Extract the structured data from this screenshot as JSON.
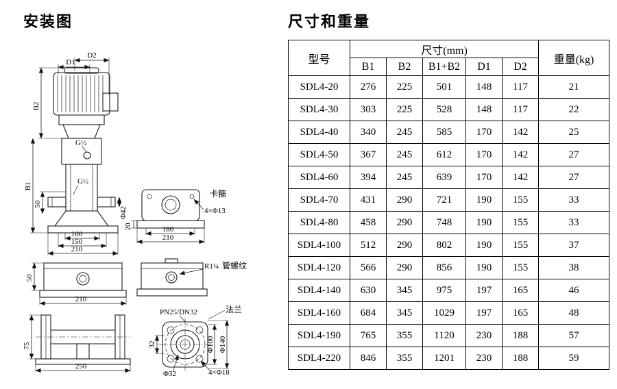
{
  "page": {
    "left_title": "安装图",
    "right_title": "尺寸和重量"
  },
  "drawing": {
    "labels": {
      "D1": "D1",
      "D2": "D2",
      "B1": "B1",
      "B2": "B2",
      "G1": "G½",
      "G2": "G½",
      "d50a": "50",
      "phi42": "Φ42",
      "d100": "100",
      "d150": "150",
      "d210a": "210",
      "d20": "20",
      "d180": "180",
      "d210b": "210",
      "holes13": "4×Φ13",
      "clamp": "卡箍",
      "d50b": "50",
      "d210c": "210",
      "r114": "R1¼",
      "pipe_thread": "管螺纹",
      "d75": "75",
      "d250": "250",
      "pn": "PN25/DN32",
      "flange": "法兰",
      "d32": "32",
      "phi32": "Φ32",
      "holes18": "4×Φ18",
      "phi100": "Φ100",
      "phi140": "Φ140"
    }
  },
  "table": {
    "header": {
      "model": "型号",
      "size": "尺寸(mm)",
      "weight": "重量(kg)",
      "cols": [
        "B1",
        "B2",
        "B1+B2",
        "D1",
        "D2"
      ]
    },
    "rows": [
      {
        "model": "SDL4-20",
        "b1": "276",
        "b2": "225",
        "b1b2": "501",
        "d1": "148",
        "d2": "117",
        "w": "21"
      },
      {
        "model": "SDL4-30",
        "b1": "303",
        "b2": "225",
        "b1b2": "528",
        "d1": "148",
        "d2": "117",
        "w": "22"
      },
      {
        "model": "SDL4-40",
        "b1": "340",
        "b2": "245",
        "b1b2": "585",
        "d1": "170",
        "d2": "142",
        "w": "25"
      },
      {
        "model": "SDL4-50",
        "b1": "367",
        "b2": "245",
        "b1b2": "612",
        "d1": "170",
        "d2": "142",
        "w": "27"
      },
      {
        "model": "SDL4-60",
        "b1": "394",
        "b2": "245",
        "b1b2": "639",
        "d1": "170",
        "d2": "142",
        "w": "27"
      },
      {
        "model": "SDL4-70",
        "b1": "431",
        "b2": "290",
        "b1b2": "721",
        "d1": "190",
        "d2": "155",
        "w": "33"
      },
      {
        "model": "SDL4-80",
        "b1": "458",
        "b2": "290",
        "b1b2": "748",
        "d1": "190",
        "d2": "155",
        "w": "33"
      },
      {
        "model": "SDL4-100",
        "b1": "512",
        "b2": "290",
        "b1b2": "802",
        "d1": "190",
        "d2": "155",
        "w": "37"
      },
      {
        "model": "SDL4-120",
        "b1": "566",
        "b2": "290",
        "b1b2": "856",
        "d1": "190",
        "d2": "155",
        "w": "38"
      },
      {
        "model": "SDL4-140",
        "b1": "630",
        "b2": "345",
        "b1b2": "975",
        "d1": "197",
        "d2": "165",
        "w": "46"
      },
      {
        "model": "SDL4-160",
        "b1": "684",
        "b2": "345",
        "b1b2": "1029",
        "d1": "197",
        "d2": "165",
        "w": "48"
      },
      {
        "model": "SDL4-190",
        "b1": "765",
        "b2": "355",
        "b1b2": "1120",
        "d1": "230",
        "d2": "188",
        "w": "57"
      },
      {
        "model": "SDL4-220",
        "b1": "846",
        "b2": "355",
        "b1b2": "1201",
        "d1": "230",
        "d2": "188",
        "w": "59"
      }
    ]
  }
}
